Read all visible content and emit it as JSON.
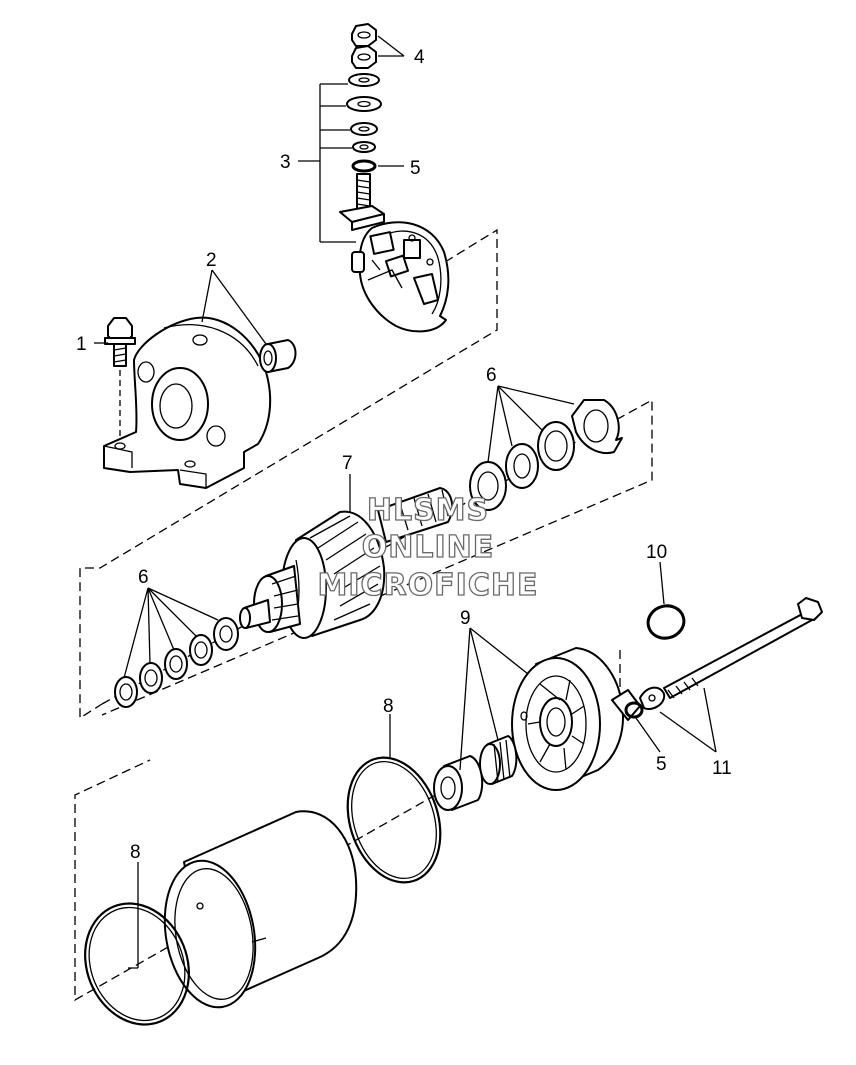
{
  "callouts": [
    {
      "id": "1",
      "text": "1"
    },
    {
      "id": "2",
      "text": "2"
    },
    {
      "id": "3",
      "text": "3"
    },
    {
      "id": "4",
      "text": "4"
    },
    {
      "id": "5a",
      "text": "5"
    },
    {
      "id": "5b",
      "text": "5"
    },
    {
      "id": "6a",
      "text": "6"
    },
    {
      "id": "6b",
      "text": "6"
    },
    {
      "id": "7",
      "text": "7"
    },
    {
      "id": "8a",
      "text": "8"
    },
    {
      "id": "8b",
      "text": "8"
    },
    {
      "id": "9",
      "text": "9"
    },
    {
      "id": "10",
      "text": "10"
    },
    {
      "id": "11",
      "text": "11"
    }
  ],
  "watermark": {
    "line1": "HLSMS",
    "line2": "ONLINE",
    "line3": "MICROFICHE"
  }
}
